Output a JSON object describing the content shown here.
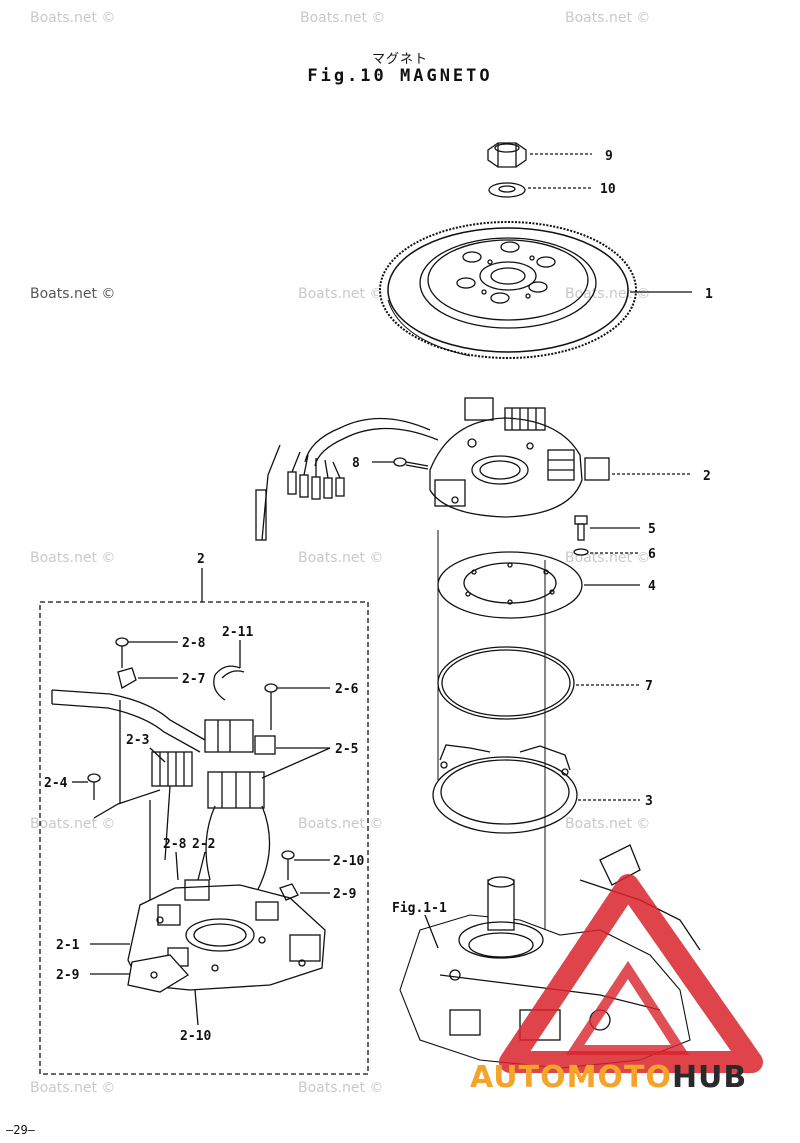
{
  "title": {
    "japanese": "マグネト",
    "english": "Fig.10 MAGNETO"
  },
  "callouts": {
    "c9": "9",
    "c10": "10",
    "c1": "1",
    "c8": "8",
    "c2": "2",
    "c5": "5",
    "c6": "6",
    "c4": "4",
    "c7": "7",
    "c3": "3",
    "group2": "2",
    "s2_8a": "2-8",
    "s2_11": "2-11",
    "s2_7": "2-7",
    "s2_6": "2-6",
    "s2_3": "2-3",
    "s2_5": "2-5",
    "s2_4": "2-4",
    "s2_8b": "2-8",
    "s2_2": "2-2",
    "s2_10a": "2-10",
    "s2_9a": "2-9",
    "s2_1": "2-1",
    "s2_9b": "2-9",
    "s2_10b": "2-10",
    "fig11": "Fig.1-1"
  },
  "watermark": "Boats.net ©",
  "brand": {
    "part1": "AUTO",
    "part2": "MOTO",
    "part3": "HUB"
  },
  "page_number": "—29—",
  "colors": {
    "line": "#111111",
    "watermark": "#c9c9c9",
    "brand_orange": "#f3a42a",
    "brand_red": "#d8232a",
    "brand_dark": "#2a2a2a"
  }
}
